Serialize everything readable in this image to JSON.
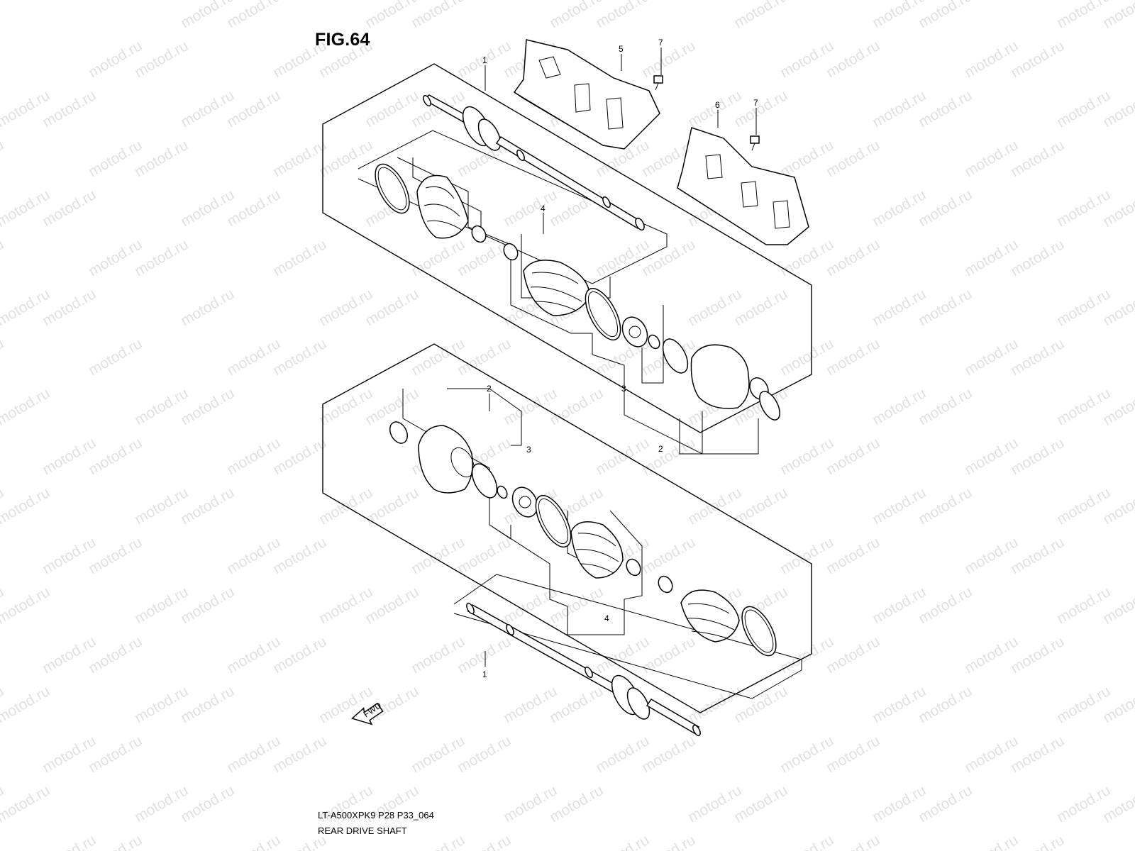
{
  "figure": {
    "title": "FIG.64",
    "footer_code": "LT-A500XPK9 P28 P33_064",
    "footer_name": "REAR DRIVE SHAFT",
    "watermark": "motod.ru",
    "fwd_label": "FWD"
  },
  "callouts": [
    {
      "id": "upper-shaft",
      "text": "1"
    },
    {
      "id": "upper-protector-left",
      "text": "5"
    },
    {
      "id": "upper-bolt-left",
      "text": "7"
    },
    {
      "id": "upper-protector-right",
      "text": "6"
    },
    {
      "id": "upper-bolt-right",
      "text": "7"
    },
    {
      "id": "upper-boot-set",
      "text": "4"
    },
    {
      "id": "upper-joint-set-inner",
      "text": "3"
    },
    {
      "id": "upper-joint-set-outer",
      "text": "2"
    },
    {
      "id": "lower-joint-set-outer",
      "text": "2"
    },
    {
      "id": "lower-joint-set-inner",
      "text": "3"
    },
    {
      "id": "lower-boot-set",
      "text": "4"
    },
    {
      "id": "lower-shaft",
      "text": "1"
    }
  ],
  "colors": {
    "line": "#000000",
    "background": "#ffffff",
    "watermark": "#c8c8c8"
  }
}
